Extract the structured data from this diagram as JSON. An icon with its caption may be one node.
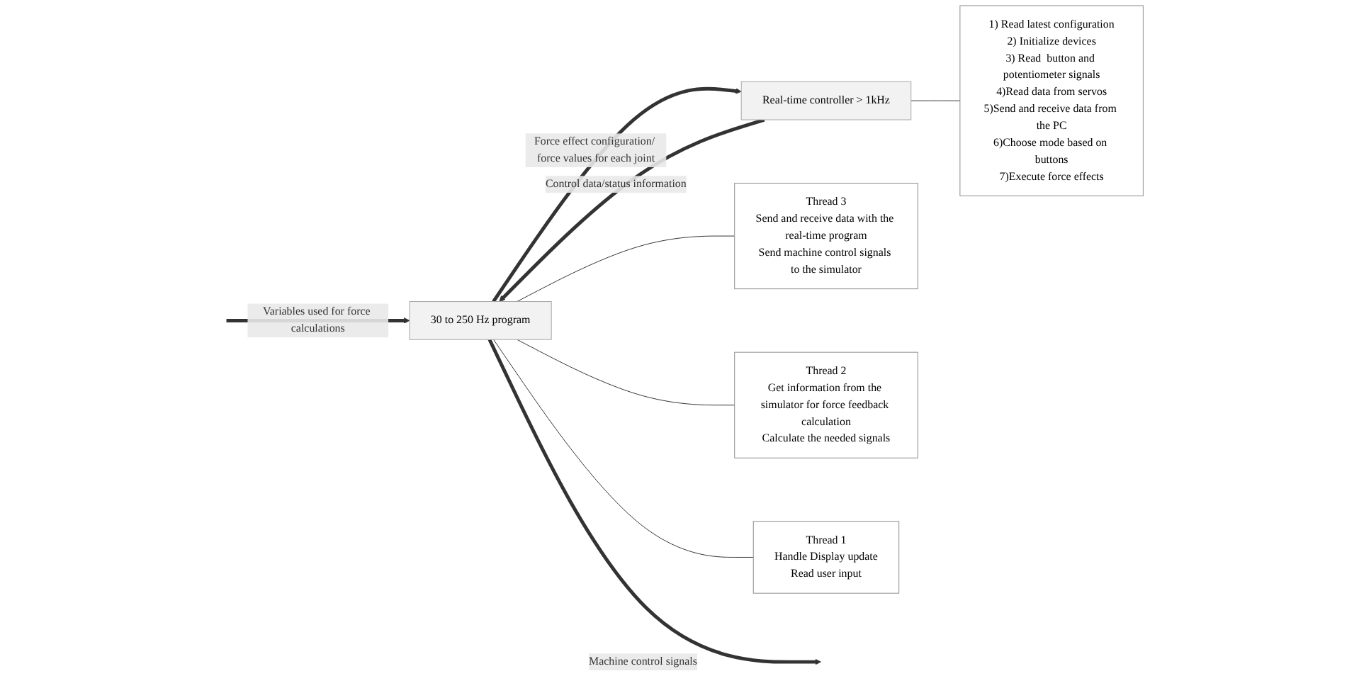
{
  "diagram": {
    "nodes": [
      {
        "text": [
          "30 to 250 Hz program"
        ]
      },
      {
        "text": [
          "Real-time controller > 1kHz"
        ]
      },
      {
        "text": [
          "Thread 3",
          "Send and receive data with the real-time program",
          "Send machine control signals to the simulator"
        ]
      },
      {
        "text": [
          "Thread 2",
          "Get information from the simulator for force feedback calculation",
          "Calculate the needed signals"
        ]
      },
      {
        "text": [
          "Thread 1",
          "Handle Display update",
          "Read user input"
        ]
      },
      {
        "text": [
          "1) Read latest configuration",
          "2) Initialize devices",
          "3) Read  button and potentiometer signals",
          "4)Read data from servos",
          "5)Send and receive data from the PC",
          "6)Choose mode based on buttons",
          "7)Execute force effects"
        ]
      }
    ],
    "edges": [
      {
        "from": 0,
        "to": null,
        "arrow": "to",
        "label": "Machine control signals",
        "style": "thick"
      },
      {
        "from": null,
        "to": 0,
        "arrow": "to",
        "label": "Variables used for force calculations",
        "style": "thick"
      },
      {
        "from": 1,
        "to": 0,
        "arrow": "to",
        "label": "Control data/status information",
        "style": "thick"
      },
      {
        "from": 0,
        "to": 1,
        "arrow": "to",
        "label": "Force effect configuration/ force values for each joint",
        "style": "thick"
      },
      {
        "from": 0,
        "to": 2,
        "arrow": "none"
      },
      {
        "from": 0,
        "to": 3,
        "arrow": "none"
      },
      {
        "from": 0,
        "to": 4,
        "arrow": "none"
      },
      {
        "from": 1,
        "to": 5,
        "arrow": "none"
      }
    ]
  }
}
